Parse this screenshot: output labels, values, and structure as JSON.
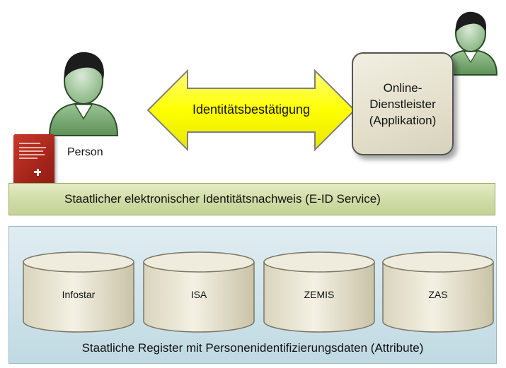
{
  "arrow": {
    "label": "Identitätsbestätigung"
  },
  "provider": {
    "lines": [
      "Online-",
      "Dienstleister",
      "(Applikation)"
    ]
  },
  "person": {
    "label": "Person"
  },
  "eid_service": {
    "label": "Staatlicher elektronischer Identitätsnachweis (E-ID Service)"
  },
  "registers": {
    "caption": "Staatliche Register mit Personenidentifizierungsdaten (Attribute)",
    "items": [
      {
        "label": "Infostar"
      },
      {
        "label": "ISA"
      },
      {
        "label": "ZEMIS"
      },
      {
        "label": "ZAS"
      }
    ]
  },
  "colors": {
    "arrow_fill": "#ffff00",
    "eid_bar": "#cfdca5",
    "register_panel": "#cfe3ea",
    "provider_box": "#e3dfcb",
    "passport": "#b12a1f"
  },
  "icons": [
    "person-user-icon",
    "provider-user-icon",
    "passport-icon",
    "database-cylinder-icon"
  ]
}
